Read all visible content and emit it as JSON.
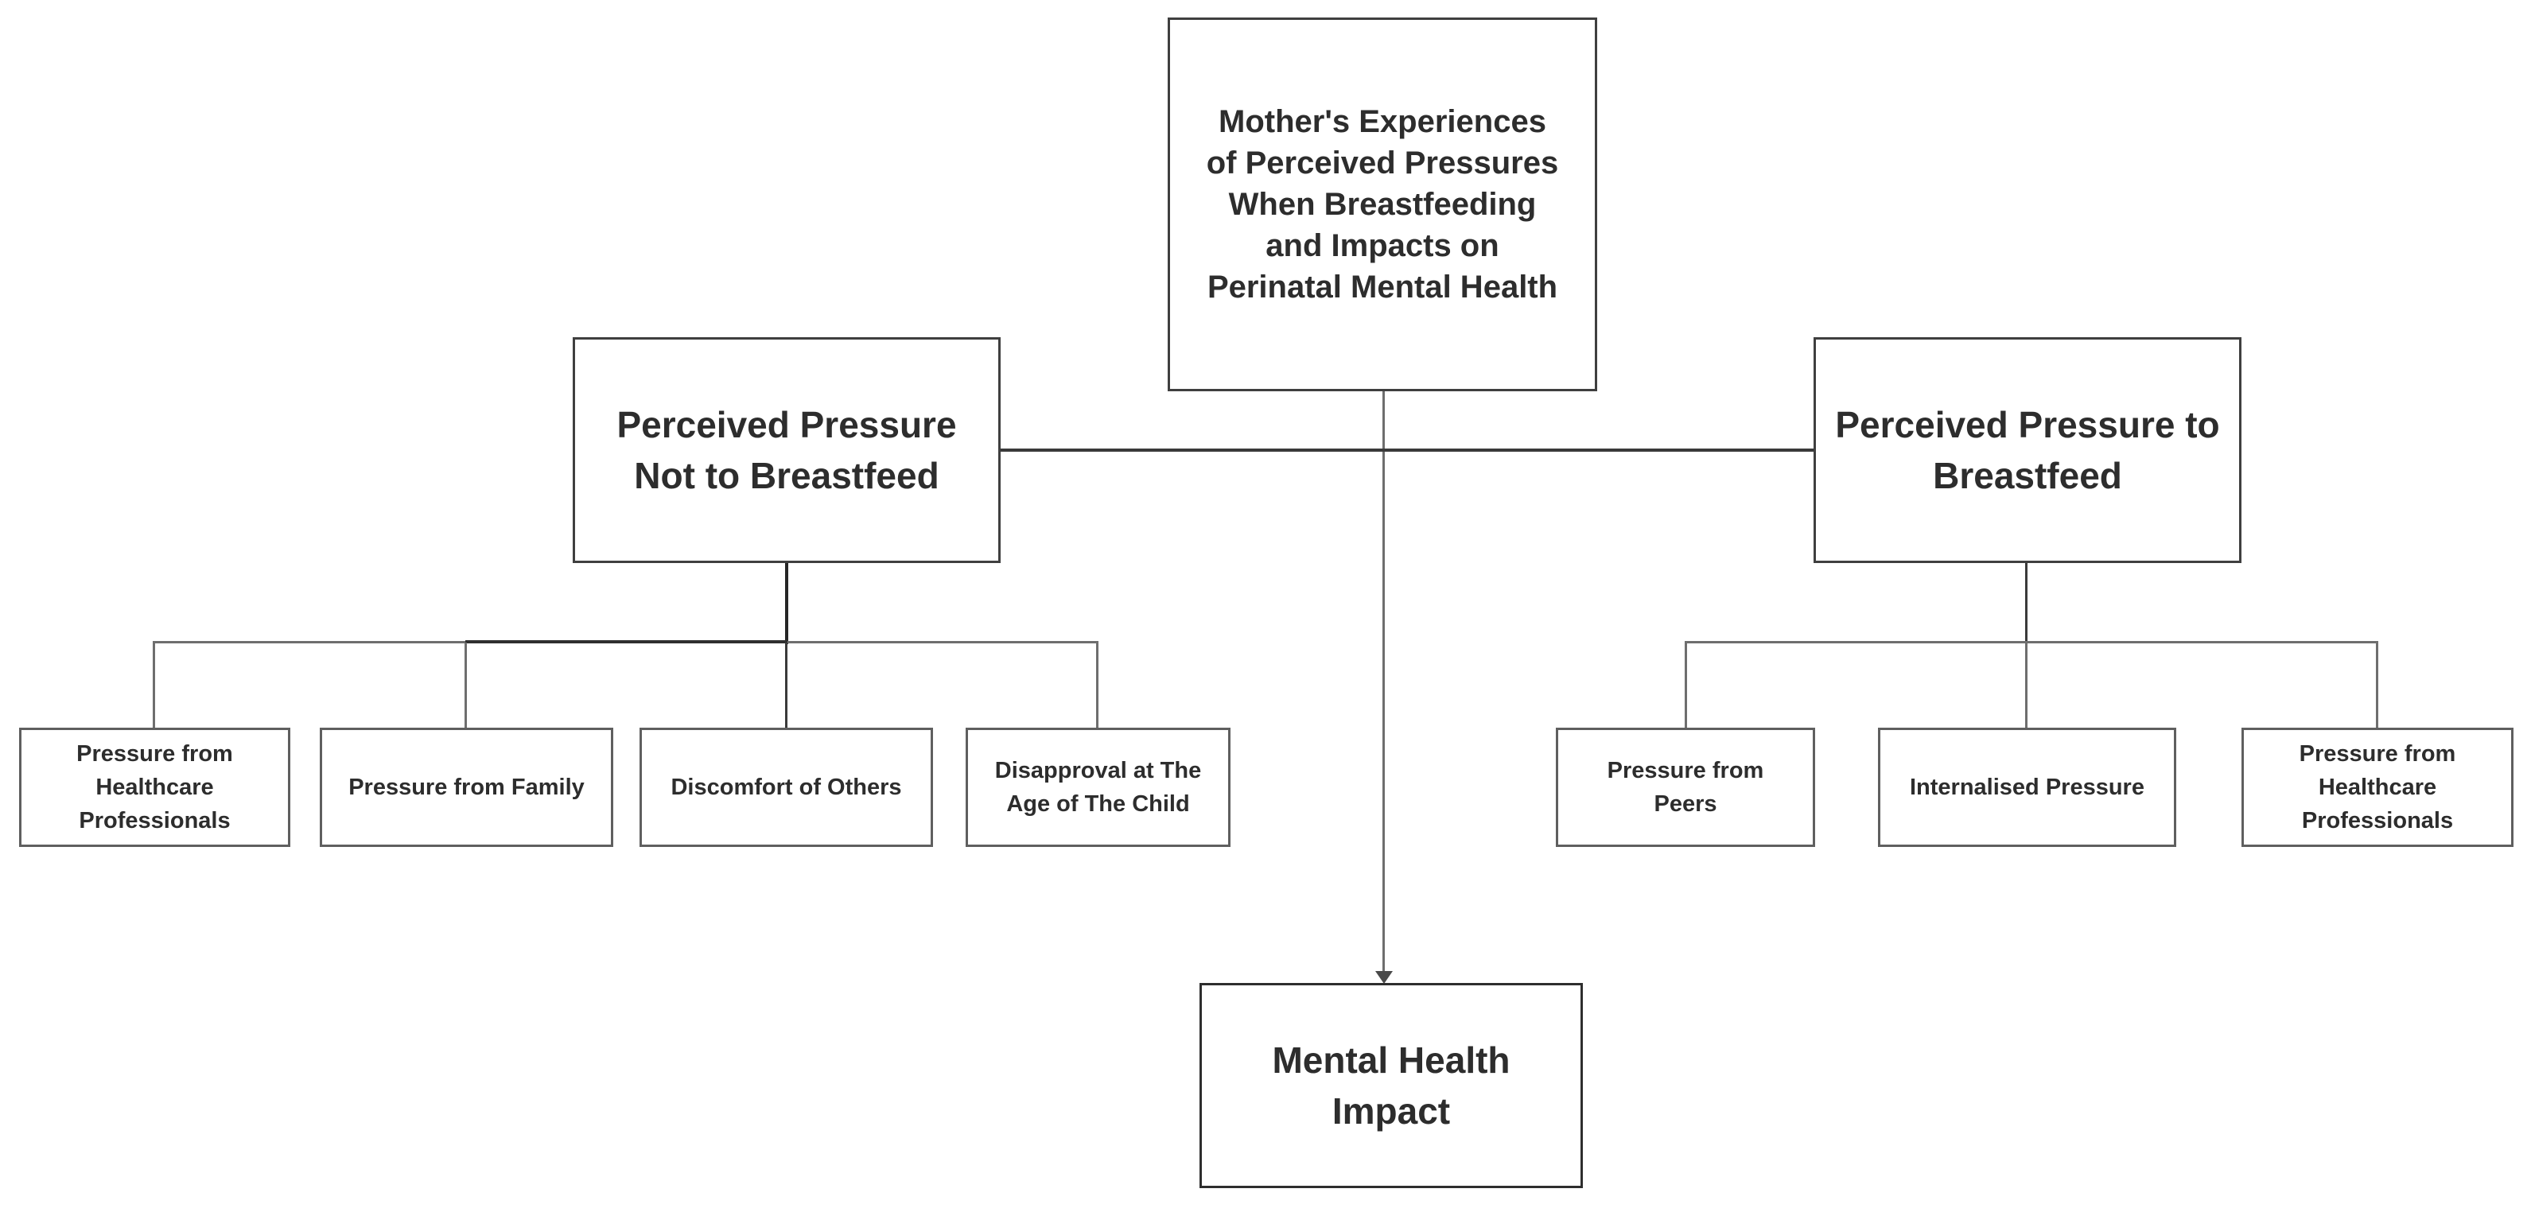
{
  "diagram": {
    "root": {
      "label": "Mother's Experiences of Perceived Pressures When Breastfeeding and Impacts on Perinatal Mental Health"
    },
    "branches": [
      {
        "label": "Perceived Pressure Not to Breastfeed",
        "children": [
          "Pressure from Healthcare Professionals",
          "Pressure from Family",
          "Discomfort of Others",
          "Disapproval at The Age of The Child"
        ]
      },
      {
        "label": "Perceived Pressure to Breastfeed",
        "children": [
          "Pressure from Peers",
          "Internalised Pressure",
          "Pressure from Healthcare Professionals"
        ]
      }
    ],
    "impact": {
      "label": "Mental Health Impact"
    },
    "colors": {
      "background": "#ffffff",
      "box_fill": "#ffffff",
      "box_border": "#3f3f3f",
      "leaf_border": "#5f5f5f",
      "text": "#2d2d2d",
      "connector": "#6e6e6e",
      "connector_dark": "#2f2f2f"
    }
  }
}
